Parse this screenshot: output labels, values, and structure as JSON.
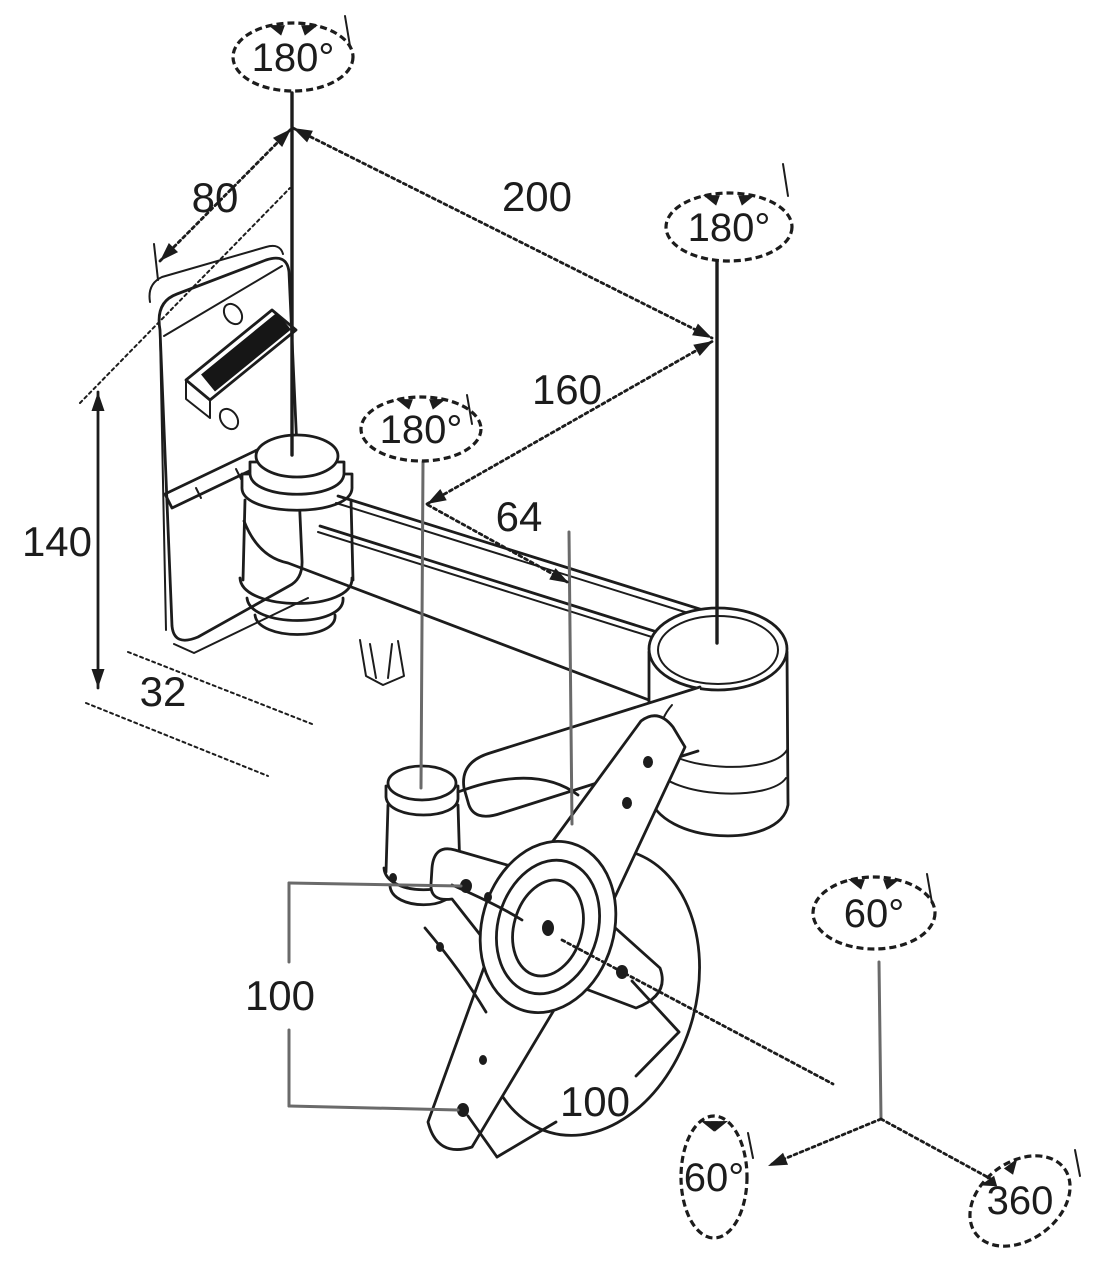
{
  "diagram": {
    "subject": "Articulating monitor wall-mount arm — isometric dimensional drawing",
    "background_color": "#ffffff",
    "line_color": "#1c1c1c",
    "aux_line_color": "#6a6a6a"
  },
  "dimension_labels": {
    "plate_width": "80",
    "upper_arm_reach": "200",
    "lower_arm_reach": "160",
    "head_offset": "64",
    "plate_height": "140",
    "plate_bottom_offset": "32",
    "vesa_vertical": "100",
    "vesa_horizontal": "100"
  },
  "rotation_labels": {
    "wall_pivot": "180°",
    "elbow_joint": "180°",
    "head_pivot": "180°",
    "tilt_top": "60°",
    "tilt_side": "60°",
    "swivel": "360"
  }
}
